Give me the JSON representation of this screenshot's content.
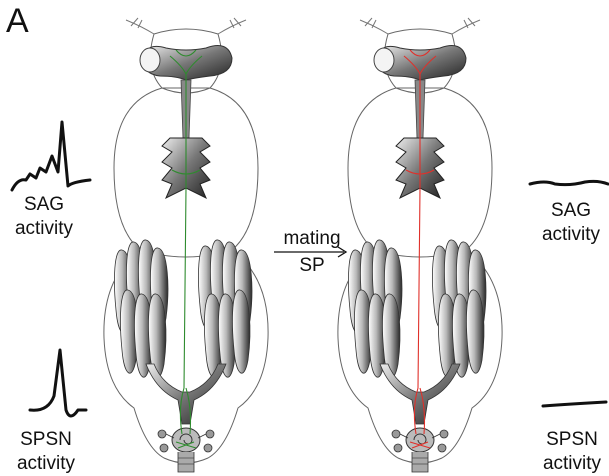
{
  "panel_label": "A",
  "left_labels": {
    "sag": [
      "SAG",
      "activity"
    ],
    "spsn": [
      "SPSN",
      "activity"
    ]
  },
  "right_labels": {
    "sag": [
      "SAG",
      "activity"
    ],
    "spsn": [
      "SPSN",
      "activity"
    ]
  },
  "arrow": {
    "top": "mating",
    "bottom": "SP"
  },
  "colors": {
    "virgin_neurons": "#2e8b2e",
    "mated_neurons": "#e0302a",
    "outline": "#555555",
    "organ_dark": "#3a3a3a",
    "organ_light": "#dcdcdc"
  }
}
